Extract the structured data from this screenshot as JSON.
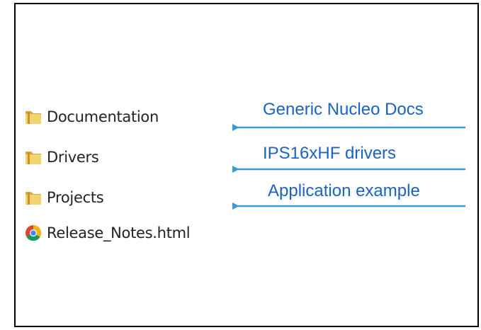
{
  "files": [
    {
      "name": "Documentation",
      "icon": "folder-icon"
    },
    {
      "name": "Drivers",
      "icon": "folder-icon"
    },
    {
      "name": "Projects",
      "icon": "folder-icon"
    },
    {
      "name": "Release_Notes.html",
      "icon": "chrome-icon"
    }
  ],
  "annotations": [
    {
      "text": "Generic Nucleo Docs",
      "target": "Documentation"
    },
    {
      "text": "IPS16xHF drivers",
      "target": "Drivers"
    },
    {
      "text": "Application example",
      "target": "Projects"
    }
  ],
  "colors": {
    "annotation_text": "#1a63c4",
    "arrow": "#3a9bd6",
    "folder": "#e8c45a",
    "border": "#000000"
  }
}
